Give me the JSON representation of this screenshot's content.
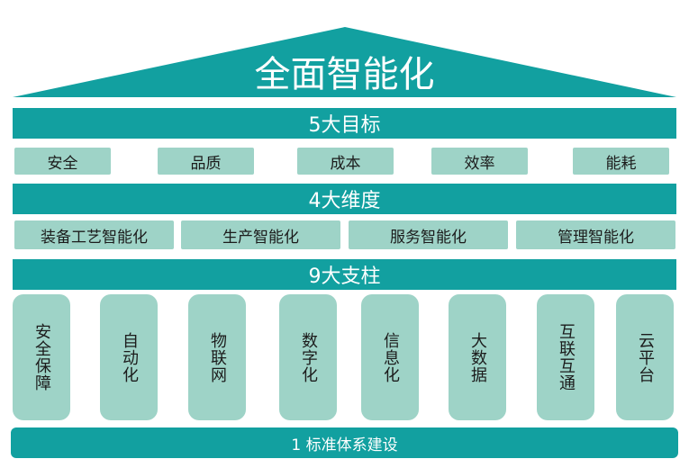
{
  "roof": {
    "title": "全面智能化"
  },
  "goals": {
    "title": "5大目标",
    "items": [
      "安全",
      "品质",
      "成本",
      "效率",
      "能耗"
    ]
  },
  "dimensions": {
    "title": "4大维度",
    "items": [
      "装备工艺智能化",
      "生产智能化",
      "服务智能化",
      "管理智能化"
    ]
  },
  "pillars": {
    "title": "9大支柱",
    "items": [
      "安全保障",
      "自动化",
      "物联网",
      "数字化",
      "信息化",
      "大数据",
      "互联互通",
      "云平台"
    ]
  },
  "foundation": {
    "label": "1 标准体系建设"
  },
  "colors": {
    "primary": "#12a0a0",
    "secondary": "#9ed3c7",
    "text_dark": "#1c1c1c"
  }
}
